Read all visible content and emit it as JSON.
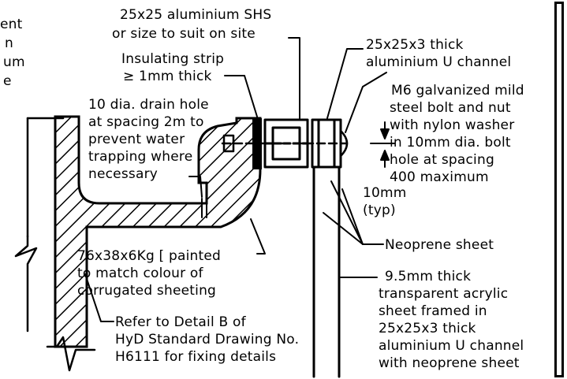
{
  "labels": {
    "left_cut_1": "ent",
    "left_cut_2": "n",
    "left_cut_3": "um",
    "left_cut_4": "e",
    "sections_line1": "25x25 aluminium SHS",
    "sections_line2": "or size to suit on site",
    "insulating_line1": "Insulating strip",
    "insulating_line2": "≥ 1mm thick",
    "u_channel_line1": "25x25x3 thick",
    "u_channel_line2": "aluminium U channel",
    "bolt_line1": "M6 galvanized mild",
    "bolt_line2": "steel bolt and nut",
    "bolt_line3": "with nylon washer",
    "bolt_line4": "in 10mm dia. bolt",
    "bolt_line5": "hole at spacing",
    "bolt_line6": "400 maximum",
    "drain_line1": "10 dia. drain hole",
    "drain_line2": "at spacing 2m to",
    "drain_line3": "prevent water",
    "drain_line4": "trapping where",
    "drain_line5": "necessary",
    "dim_line1": "10mm",
    "dim_line2": "(typ)",
    "neoprene": "Neoprene sheet",
    "channel_line1": "76x38x6Kg [ painted",
    "channel_line2": "to match colour of",
    "channel_line3": "corrugated sheeting",
    "acrylic_line1": "9.5mm thick",
    "acrylic_line2": "transparent acrylic",
    "acrylic_line3": "sheet framed in",
    "acrylic_line4": "25x25x3 thick",
    "acrylic_line5": "aluminium U channel",
    "acrylic_line6": "with neoprene sheet",
    "refer_line1": "Refer to Detail B of",
    "refer_line2": "HyD Standard Drawing No.",
    "refer_line3": "H6111 for fixing details"
  }
}
